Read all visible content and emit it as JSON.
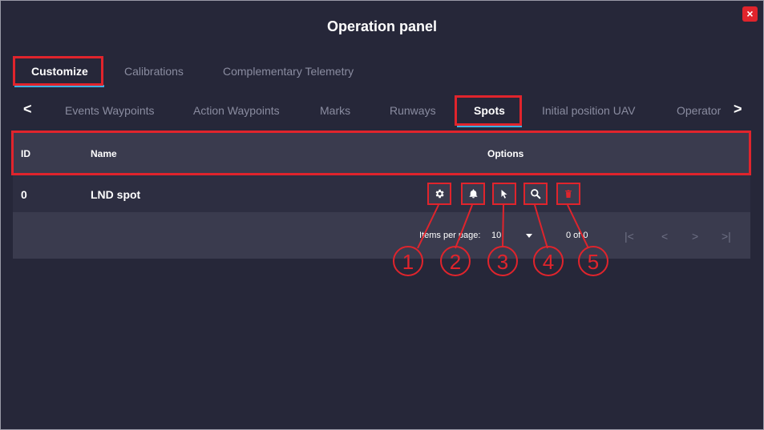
{
  "window": {
    "title": "Operation panel",
    "close_label": "×"
  },
  "main_tabs": [
    {
      "label": "Customize",
      "active": true
    },
    {
      "label": "Calibrations",
      "active": false
    },
    {
      "label": "Complementary Telemetry",
      "active": false
    }
  ],
  "sub_tabs": [
    {
      "label": "Events Waypoints",
      "active": false
    },
    {
      "label": "Action Waypoints",
      "active": false
    },
    {
      "label": "Marks",
      "active": false
    },
    {
      "label": "Runways",
      "active": false
    },
    {
      "label": "Spots",
      "active": true
    },
    {
      "label": "Initial position UAV",
      "active": false
    },
    {
      "label": "Operator",
      "active": false
    }
  ],
  "nav": {
    "prev": "<",
    "next": ">"
  },
  "table": {
    "headers": {
      "id": "ID",
      "name": "Name",
      "options": "Options"
    },
    "rows": [
      {
        "id": "0",
        "name": "LND spot"
      }
    ],
    "option_icons": [
      "gear-icon",
      "bell-icon",
      "cursor-icon",
      "search-icon",
      "trash-icon"
    ]
  },
  "pagination": {
    "items_per_page_label": "Items per page:",
    "items_per_page_value": "10",
    "range": "0 of 0",
    "first": "|<",
    "prev": "<",
    "next": ">",
    "last": ">|"
  },
  "callouts": [
    "1",
    "2",
    "3",
    "4",
    "5"
  ],
  "colors": {
    "background": "#262739",
    "accent": "#3bb0e3",
    "highlight": "#e0242c",
    "header_bg": "#3a3b4e",
    "delete_icon": "#e0242c"
  }
}
